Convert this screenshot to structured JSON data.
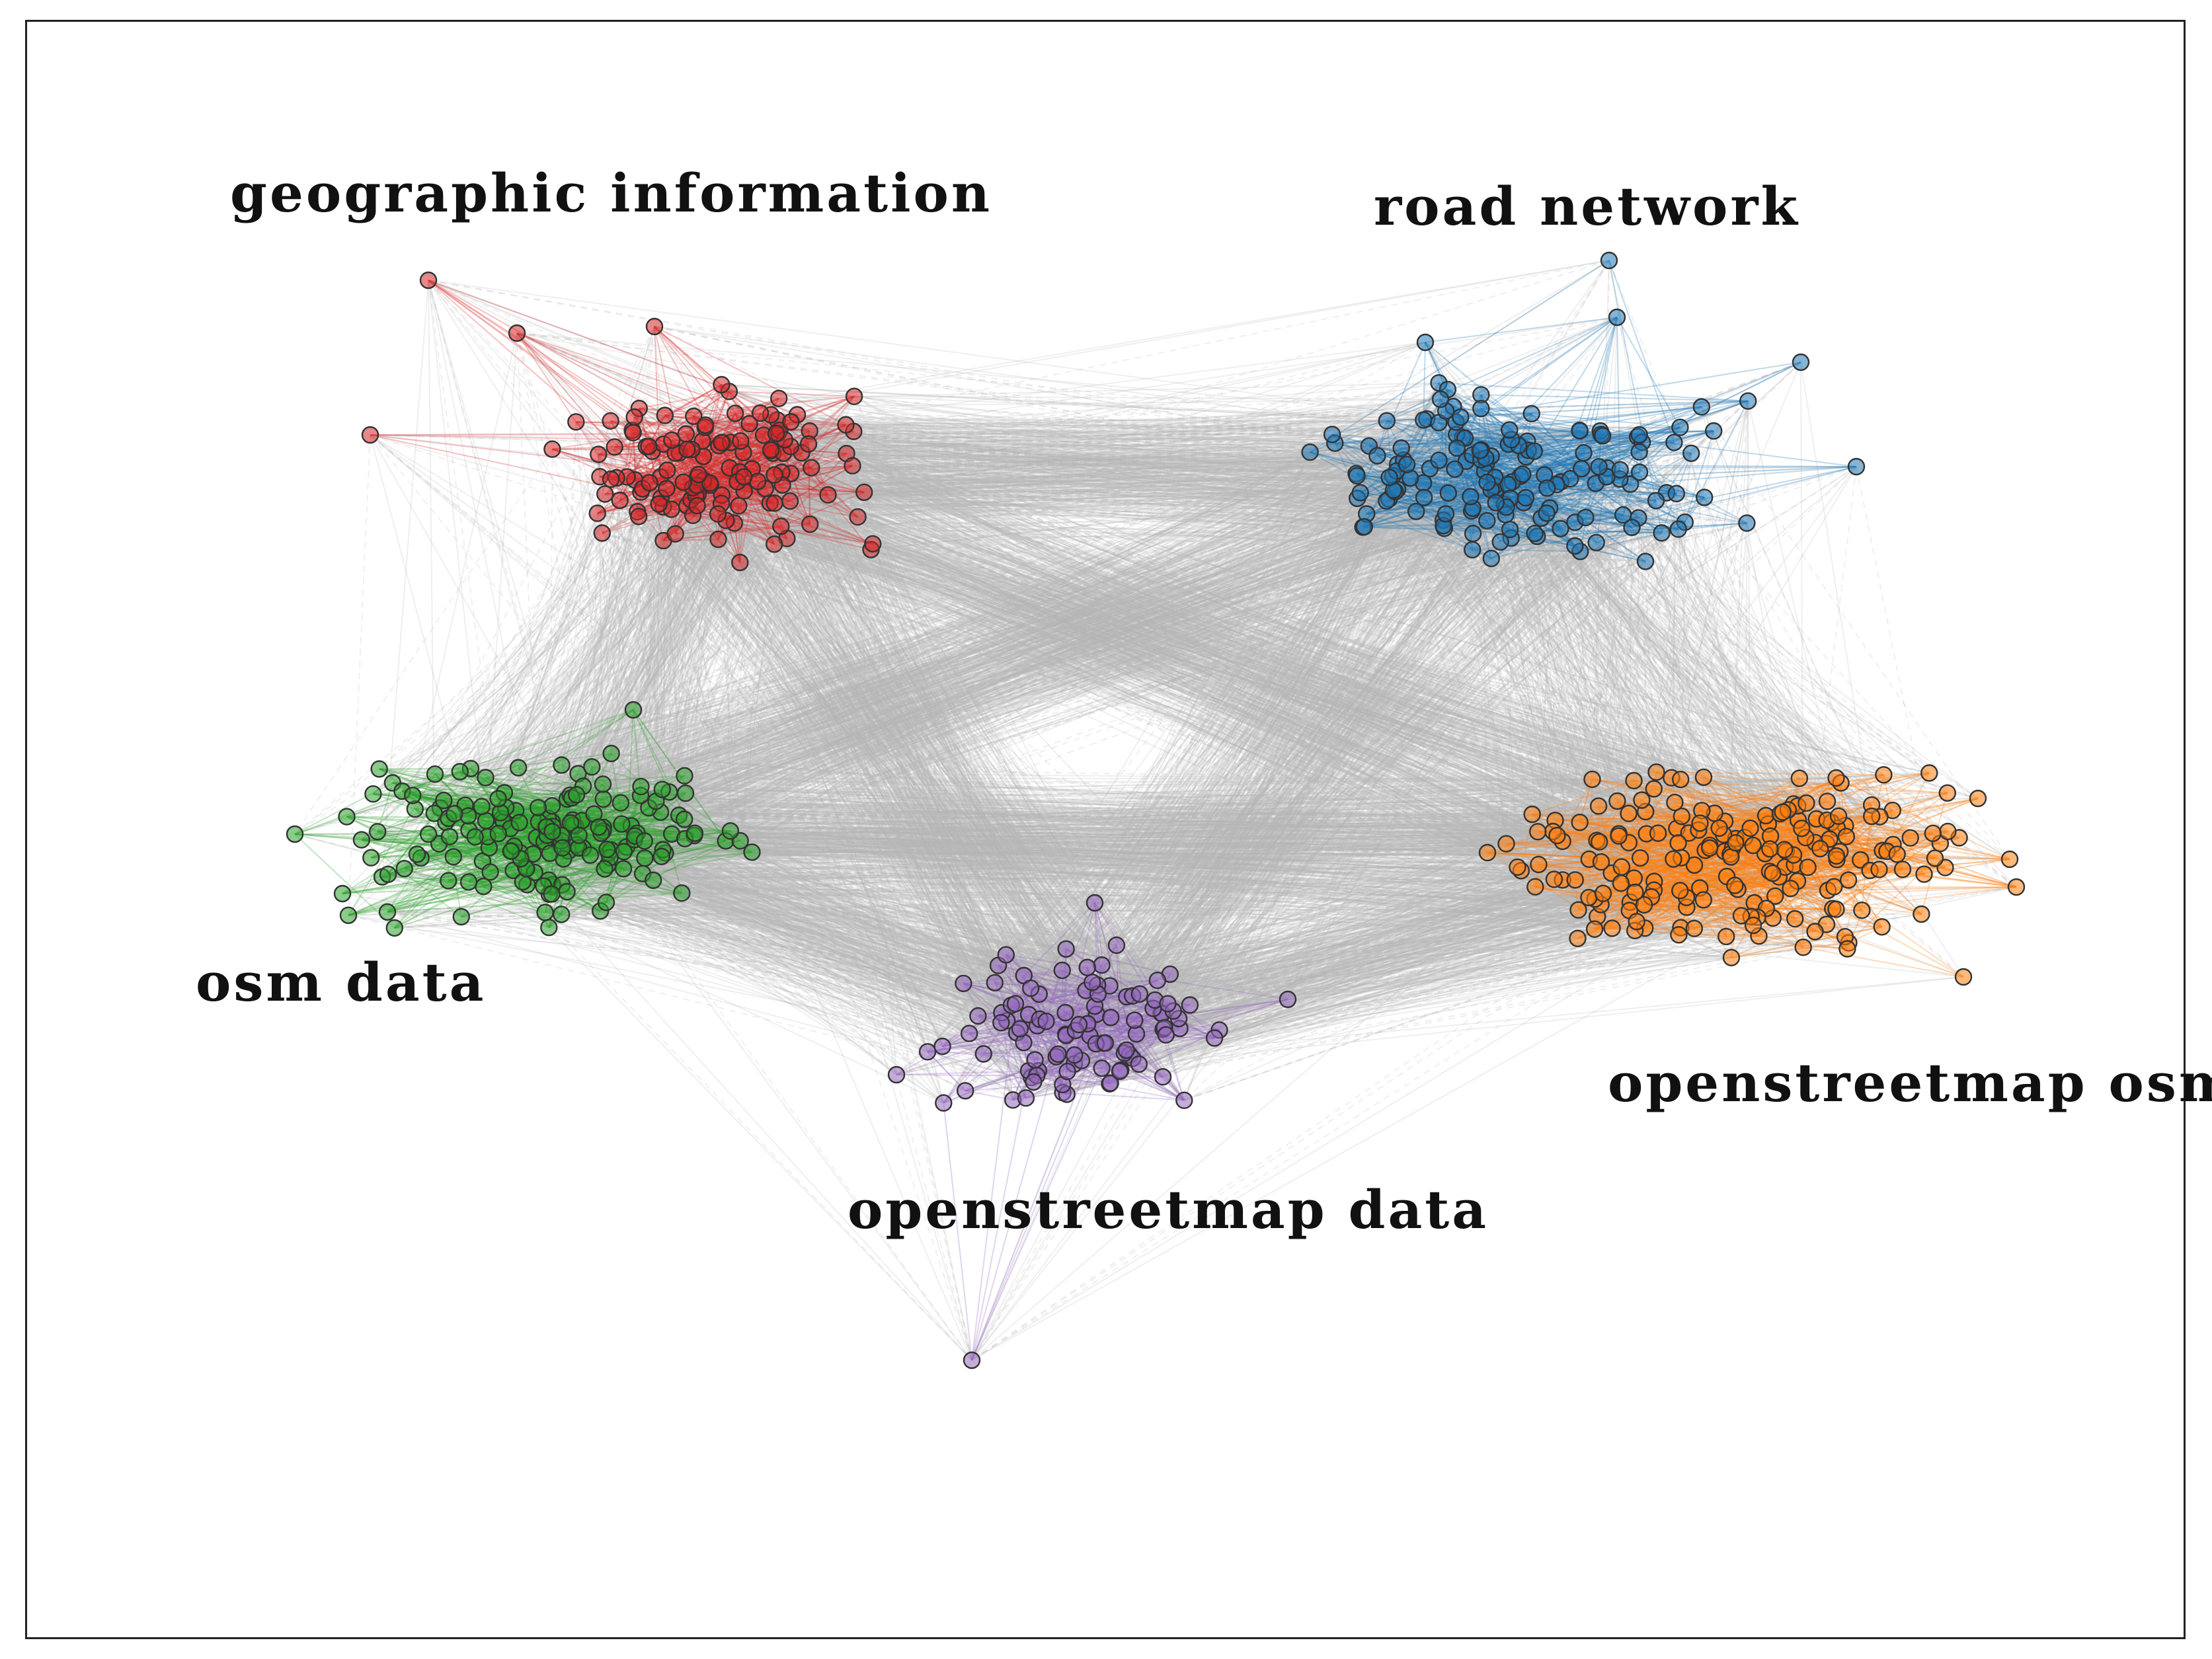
{
  "clusters": [
    {
      "label": "geographic information",
      "color": "#d62728"
    },
    {
      "label": "road network",
      "color": "#1f77b4"
    },
    {
      "label": "osm data",
      "color": "#2ca02c"
    },
    {
      "label": "openstreetmap data",
      "color": "#9467bd"
    },
    {
      "label": "openstreetmap osm",
      "color": "#ff7f0e"
    }
  ],
  "colors": {
    "inter_cluster_edge": "#b5b5b5",
    "node_outline": "#333333",
    "frame": "#222222"
  }
}
